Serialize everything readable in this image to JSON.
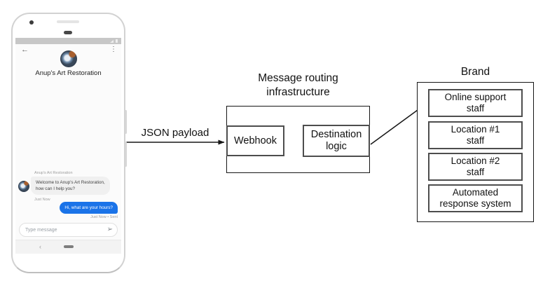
{
  "phone": {
    "status_bar": {
      "signal_icon": "signal-triangle",
      "battery_icon": "battery"
    },
    "header": {
      "back_icon": "←",
      "menu_icon": "⋮",
      "title": "Anup's Art Restoration"
    },
    "conversation": {
      "sender_label": "Anup's Art Restoration",
      "incoming_message": "Welcome to Anup's Art Restoration,\nhow can I help you?",
      "incoming_timestamp": "Just Now",
      "outgoing_message": "Hi, what are your hours?",
      "outgoing_timestamp": "Just Now • Sent"
    },
    "composer": {
      "placeholder": "Type message",
      "send_icon": "➢"
    },
    "nav": {
      "back_icon": "‹"
    }
  },
  "diagram": {
    "payload_arrow_label": "JSON payload",
    "routing": {
      "title": "Message routing\ninfrastructure",
      "webhook": "Webhook",
      "destination": "Destination\nlogic"
    },
    "brand": {
      "title": "Brand",
      "items": [
        "Online support\nstaff",
        "Location #1\nstaff",
        "Location #2\nstaff",
        "Automated\nresponse system"
      ]
    }
  },
  "colors": {
    "outgoing_bubble": "#1a73e8",
    "incoming_bubble": "#f0f0f0",
    "status_bar": "#c7c7c7",
    "box_border": "#161616"
  }
}
